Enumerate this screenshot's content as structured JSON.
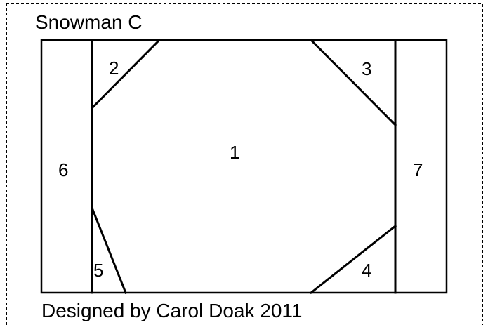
{
  "block": {
    "title": "Snowman C",
    "credit": "Designed by Carol Doak 2011"
  },
  "pieces": [
    {
      "id": "piece-1",
      "number": "1"
    },
    {
      "id": "piece-2",
      "number": "2"
    },
    {
      "id": "piece-3",
      "number": "3"
    },
    {
      "id": "piece-4",
      "number": "4"
    },
    {
      "id": "piece-5",
      "number": "5"
    },
    {
      "id": "piece-6",
      "number": "6"
    },
    {
      "id": "piece-7",
      "number": "7"
    }
  ],
  "colors": {
    "line": "#000000",
    "background": "#ffffff"
  }
}
